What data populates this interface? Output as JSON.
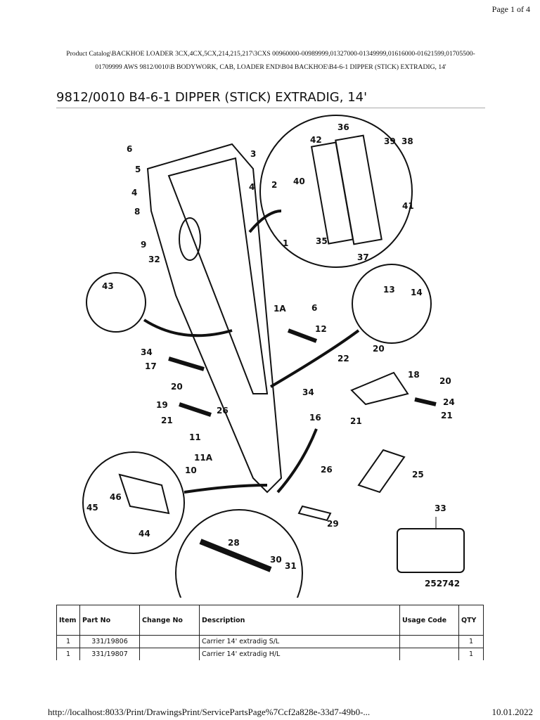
{
  "page_indicator": "Page 1 of 4",
  "breadcrumb": "Product Catalog\\BACKHOE LOADER 3CX,4CX,5CX,214,215,217\\3CXS 00960000-00989999,01327000-01349999,01616000-01621599,01705500-01709999 AWS 9812/0010\\B BODYWORK, CAB, LOADER END\\B04 BACKHOE\\B4-6-1 DIPPER (STICK) EXTRADIG, 14'",
  "title": "9812/0010 B4-6-1 DIPPER (STICK) EXTRADIG, 14'",
  "diagram": {
    "callouts": [
      "36",
      "42",
      "39",
      "38",
      "6",
      "3",
      "5",
      "40",
      "4",
      "4",
      "2",
      "41",
      "8",
      "9",
      "1",
      "35",
      "37",
      "32",
      "43",
      "13",
      "14",
      "1A",
      "6",
      "12",
      "34",
      "20",
      "22",
      "17",
      "18",
      "20",
      "34",
      "20",
      "19",
      "26",
      "24",
      "16",
      "21",
      "21",
      "21",
      "11",
      "11A",
      "10",
      "26",
      "25",
      "46",
      "45",
      "44",
      "29",
      "33",
      "28",
      "30",
      "31"
    ],
    "drawing_number": "252742"
  },
  "table": {
    "headers": [
      "Item",
      "Part No",
      "Change No",
      "Description",
      "Usage Code",
      "QTY"
    ],
    "rows": [
      [
        "1",
        "331/19806",
        "",
        "Carrier 14' extradig S/L",
        "",
        "1"
      ],
      [
        "1",
        "331/19807",
        "",
        "Carrier 14' extradig H/L",
        "",
        "1"
      ]
    ]
  },
  "footer": {
    "url": "http://localhost:8033/Print/DrawingsPrint/ServicePartsPage%7Ccf2a828e-33d7-49b0-...",
    "date": "10.01.2022"
  }
}
